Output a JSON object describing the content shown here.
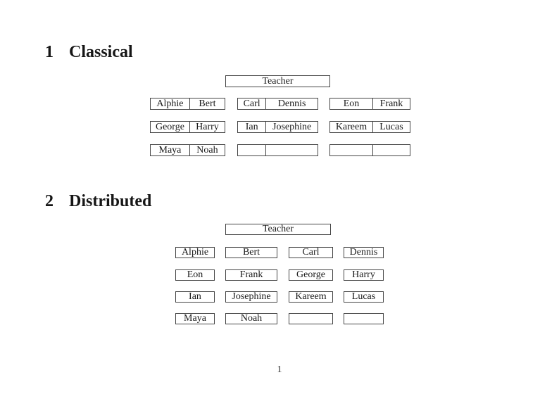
{
  "page": {
    "number": "1"
  },
  "sections": [
    {
      "number": "1",
      "title": "Classical",
      "teacher": "Teacher",
      "rows": [
        [
          {
            "left": "Alphie",
            "right": "Bert"
          },
          {
            "left": "Carl",
            "right": "Dennis"
          },
          {
            "left": "Eon",
            "right": "Frank"
          }
        ],
        [
          {
            "left": "George",
            "right": "Harry"
          },
          {
            "left": "Ian",
            "right": "Josephine"
          },
          {
            "left": "Kareem",
            "right": "Lucas"
          }
        ],
        [
          {
            "left": "Maya",
            "right": "Noah"
          },
          {
            "left": "",
            "right": ""
          },
          {
            "left": "",
            "right": ""
          }
        ]
      ]
    },
    {
      "number": "2",
      "title": "Distributed",
      "teacher": "Teacher",
      "rows": [
        [
          "Alphie",
          "Bert",
          "Carl",
          "Dennis"
        ],
        [
          "Eon",
          "Frank",
          "George",
          "Harry"
        ],
        [
          "Ian",
          "Josephine",
          "Kareem",
          "Lucas"
        ],
        [
          "Maya",
          "Noah",
          "",
          ""
        ]
      ]
    }
  ]
}
